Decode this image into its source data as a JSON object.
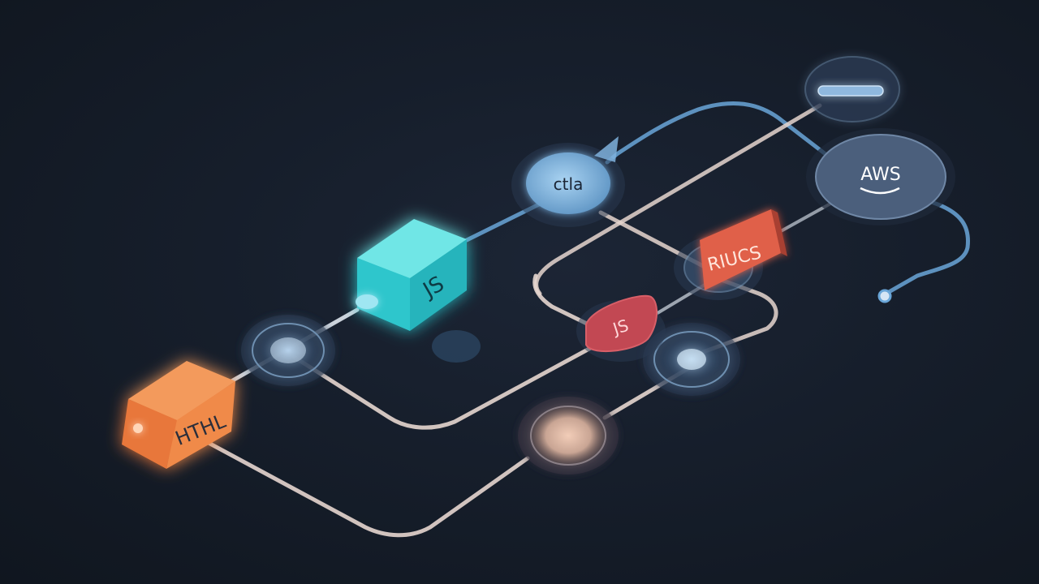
{
  "nodes": {
    "html_block": {
      "label": "HTHL",
      "color": "#e8773a"
    },
    "js_block": {
      "label": "JS",
      "color": "#35d2d2"
    },
    "top_node": {
      "label": "ctla"
    },
    "aws_node": {
      "label": "AWS"
    },
    "react_tag": {
      "label": "RIUCS",
      "color": "#e0604a"
    },
    "small_tag": {
      "label": "JS"
    }
  },
  "colors": {
    "background": "#161e2b",
    "blue_line": "#6aa6d8",
    "pale_line": "#e6d6cf"
  }
}
